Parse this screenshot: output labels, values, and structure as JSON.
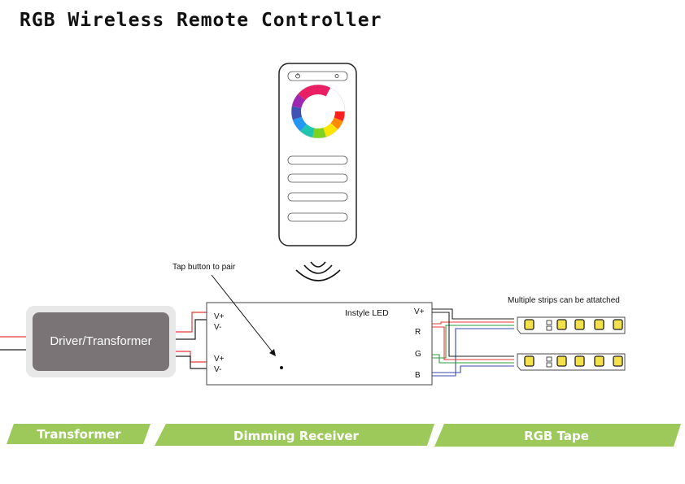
{
  "title": "RGB Wireless Remote Controller",
  "driver": {
    "label": "Driver/Transformer"
  },
  "receiver": {
    "brand": "Instyle LED",
    "input_top": [
      "V+",
      "V-"
    ],
    "input_bottom": [
      "V+",
      "V-"
    ],
    "outputs": [
      "V+",
      "R",
      "G",
      "B"
    ]
  },
  "annotations": {
    "pair": "Tap button to pair",
    "strips": "Multiple strips can be attatched"
  },
  "bands": [
    "Transformer",
    "Dimming Receiver",
    "RGB Tape"
  ],
  "colors": {
    "band_green": "#9cc95a",
    "driver_grey": "#7a7476",
    "wire_red": "#e53935",
    "wire_green": "#2e9e3e",
    "wire_blue": "#3949ab",
    "wire_black": "#222222",
    "led_yellow": "#f2e14a"
  }
}
